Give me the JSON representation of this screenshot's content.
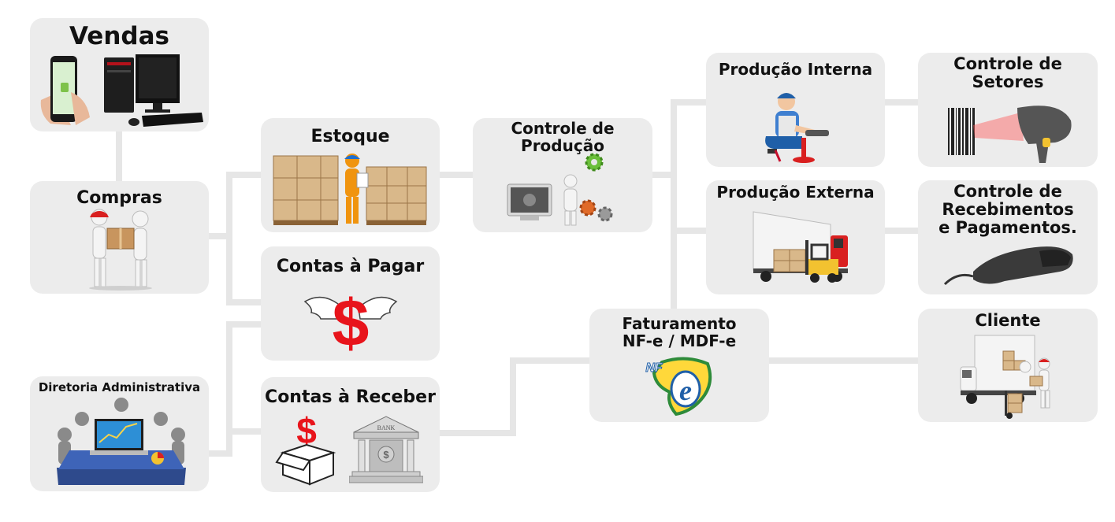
{
  "nodes": {
    "vendas": {
      "title": "Vendas"
    },
    "compras": {
      "title": "Compras"
    },
    "diretoria": {
      "title": "Diretoria Administrativa"
    },
    "estoque": {
      "title": "Estoque"
    },
    "contas_pagar": {
      "title": "Contas à Pagar"
    },
    "contas_receber": {
      "title": "Contas à Receber"
    },
    "controle_producao": {
      "title": "Controle de\nProdução"
    },
    "faturamento": {
      "title": "Faturamento\nNF-e / MDF-e"
    },
    "producao_interna": {
      "title": "Produção Interna"
    },
    "producao_externa": {
      "title": "Produção Externa"
    },
    "controle_setores": {
      "title": "Controle de\nSetores"
    },
    "controle_recebimentos": {
      "title": "Controle de\nRecebimentos\ne Pagamentos."
    },
    "cliente": {
      "title": "Cliente"
    }
  },
  "icons": {
    "nfe_logo_text": "NF",
    "nfe_logo_letter": "e",
    "bank_sign": "BANK"
  },
  "colors": {
    "box_bg": "#ececec",
    "connector": "#e6e6e6",
    "dollar_red": "#e8141b",
    "nfe_green": "#2e8b3a",
    "nfe_blue": "#1f5fa8"
  }
}
